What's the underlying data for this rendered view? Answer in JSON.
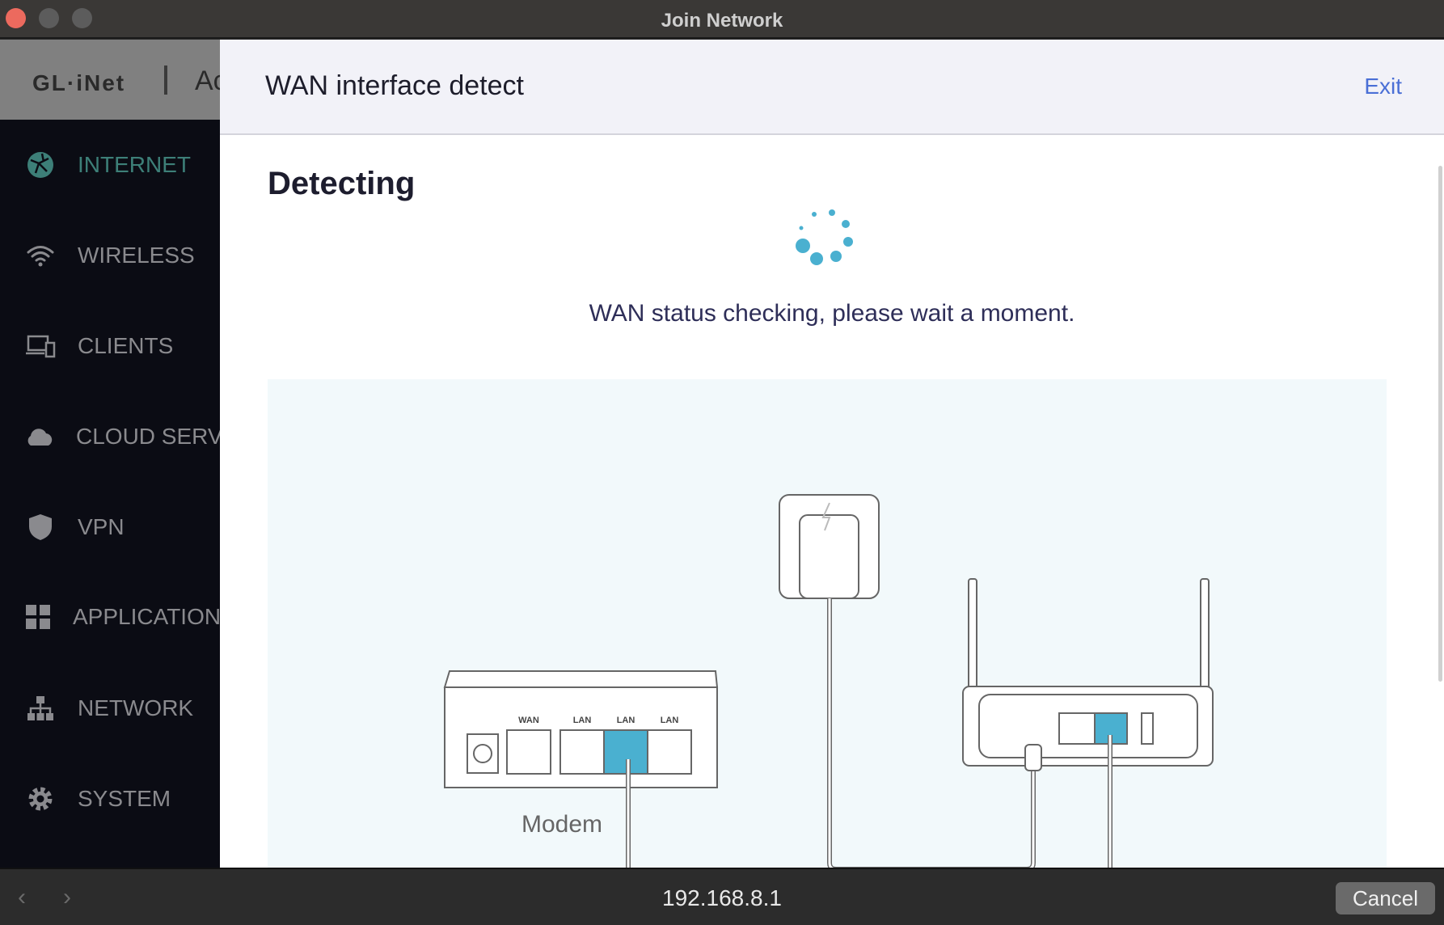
{
  "window": {
    "title": "Join Network"
  },
  "sidebar": {
    "logo": "GL·iNet",
    "header_text": "Ac",
    "items": [
      {
        "label": "INTERNET",
        "icon": "globe-icon"
      },
      {
        "label": "WIRELESS",
        "icon": "wifi-icon"
      },
      {
        "label": "CLIENTS",
        "icon": "devices-icon"
      },
      {
        "label": "CLOUD SERVICES",
        "icon": "cloud-icon"
      },
      {
        "label": "VPN",
        "icon": "shield-icon"
      },
      {
        "label": "APPLICATIONS",
        "icon": "apps-icon"
      },
      {
        "label": "NETWORK",
        "icon": "network-icon"
      },
      {
        "label": "SYSTEM",
        "icon": "gear-icon"
      }
    ]
  },
  "dialog": {
    "title": "WAN interface detect",
    "exit_label": "Exit",
    "heading": "Detecting",
    "status": "WAN status checking, please wait a moment.",
    "illustration": {
      "port_labels": [
        "WAN",
        "LAN",
        "LAN",
        "LAN"
      ],
      "modem_label": "Modem"
    }
  },
  "bottom": {
    "url": "192.168.8.1",
    "cancel_label": "Cancel"
  },
  "colors": {
    "accent": "#4a6fd6",
    "active": "#3d7f78",
    "cable": "#4ab0d0"
  }
}
